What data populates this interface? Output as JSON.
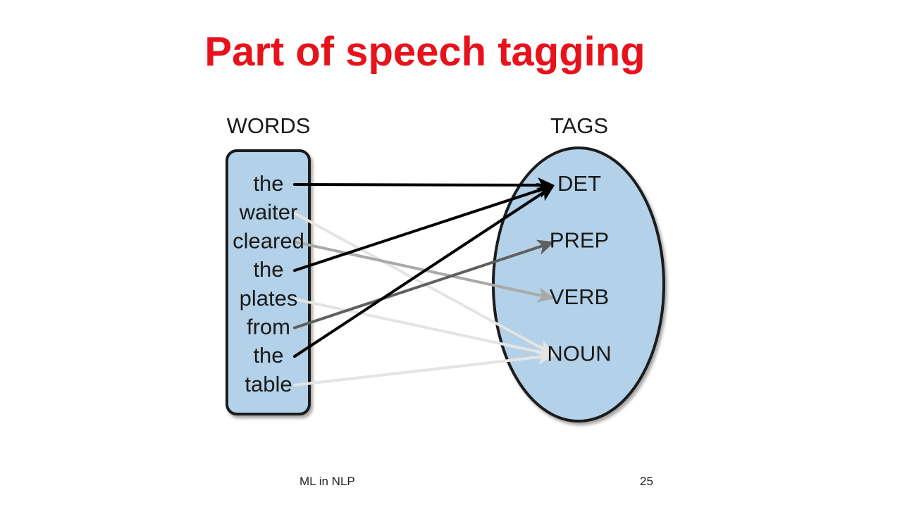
{
  "slide": {
    "title": "Part of speech tagging"
  },
  "diagram": {
    "words_heading": "WORDS",
    "tags_heading": "TAGS",
    "words": [
      "the",
      "waiter",
      "cleared",
      "the",
      "plates",
      "from",
      "the",
      "table"
    ],
    "tags": [
      "DET",
      "PREP",
      "VERB",
      "NOUN"
    ],
    "mappings": [
      {
        "word": "the",
        "tag": "DET"
      },
      {
        "word": "waiter",
        "tag": "NOUN"
      },
      {
        "word": "cleared",
        "tag": "VERB"
      },
      {
        "word": "the",
        "tag": "DET"
      },
      {
        "word": "plates",
        "tag": "NOUN"
      },
      {
        "word": "from",
        "tag": "PREP"
      },
      {
        "word": "the",
        "tag": "DET"
      },
      {
        "word": "table",
        "tag": "NOUN"
      }
    ],
    "colors": {
      "box_fill": "#b3d1e8",
      "outline": "#1a1a1a",
      "DET": "#000000",
      "PREP": "#5f5f5f",
      "VERB": "#a9a9a9",
      "NOUN": "#e4e4e4"
    }
  },
  "footer": {
    "left_text": "ML in NLP",
    "page_number": "25"
  }
}
